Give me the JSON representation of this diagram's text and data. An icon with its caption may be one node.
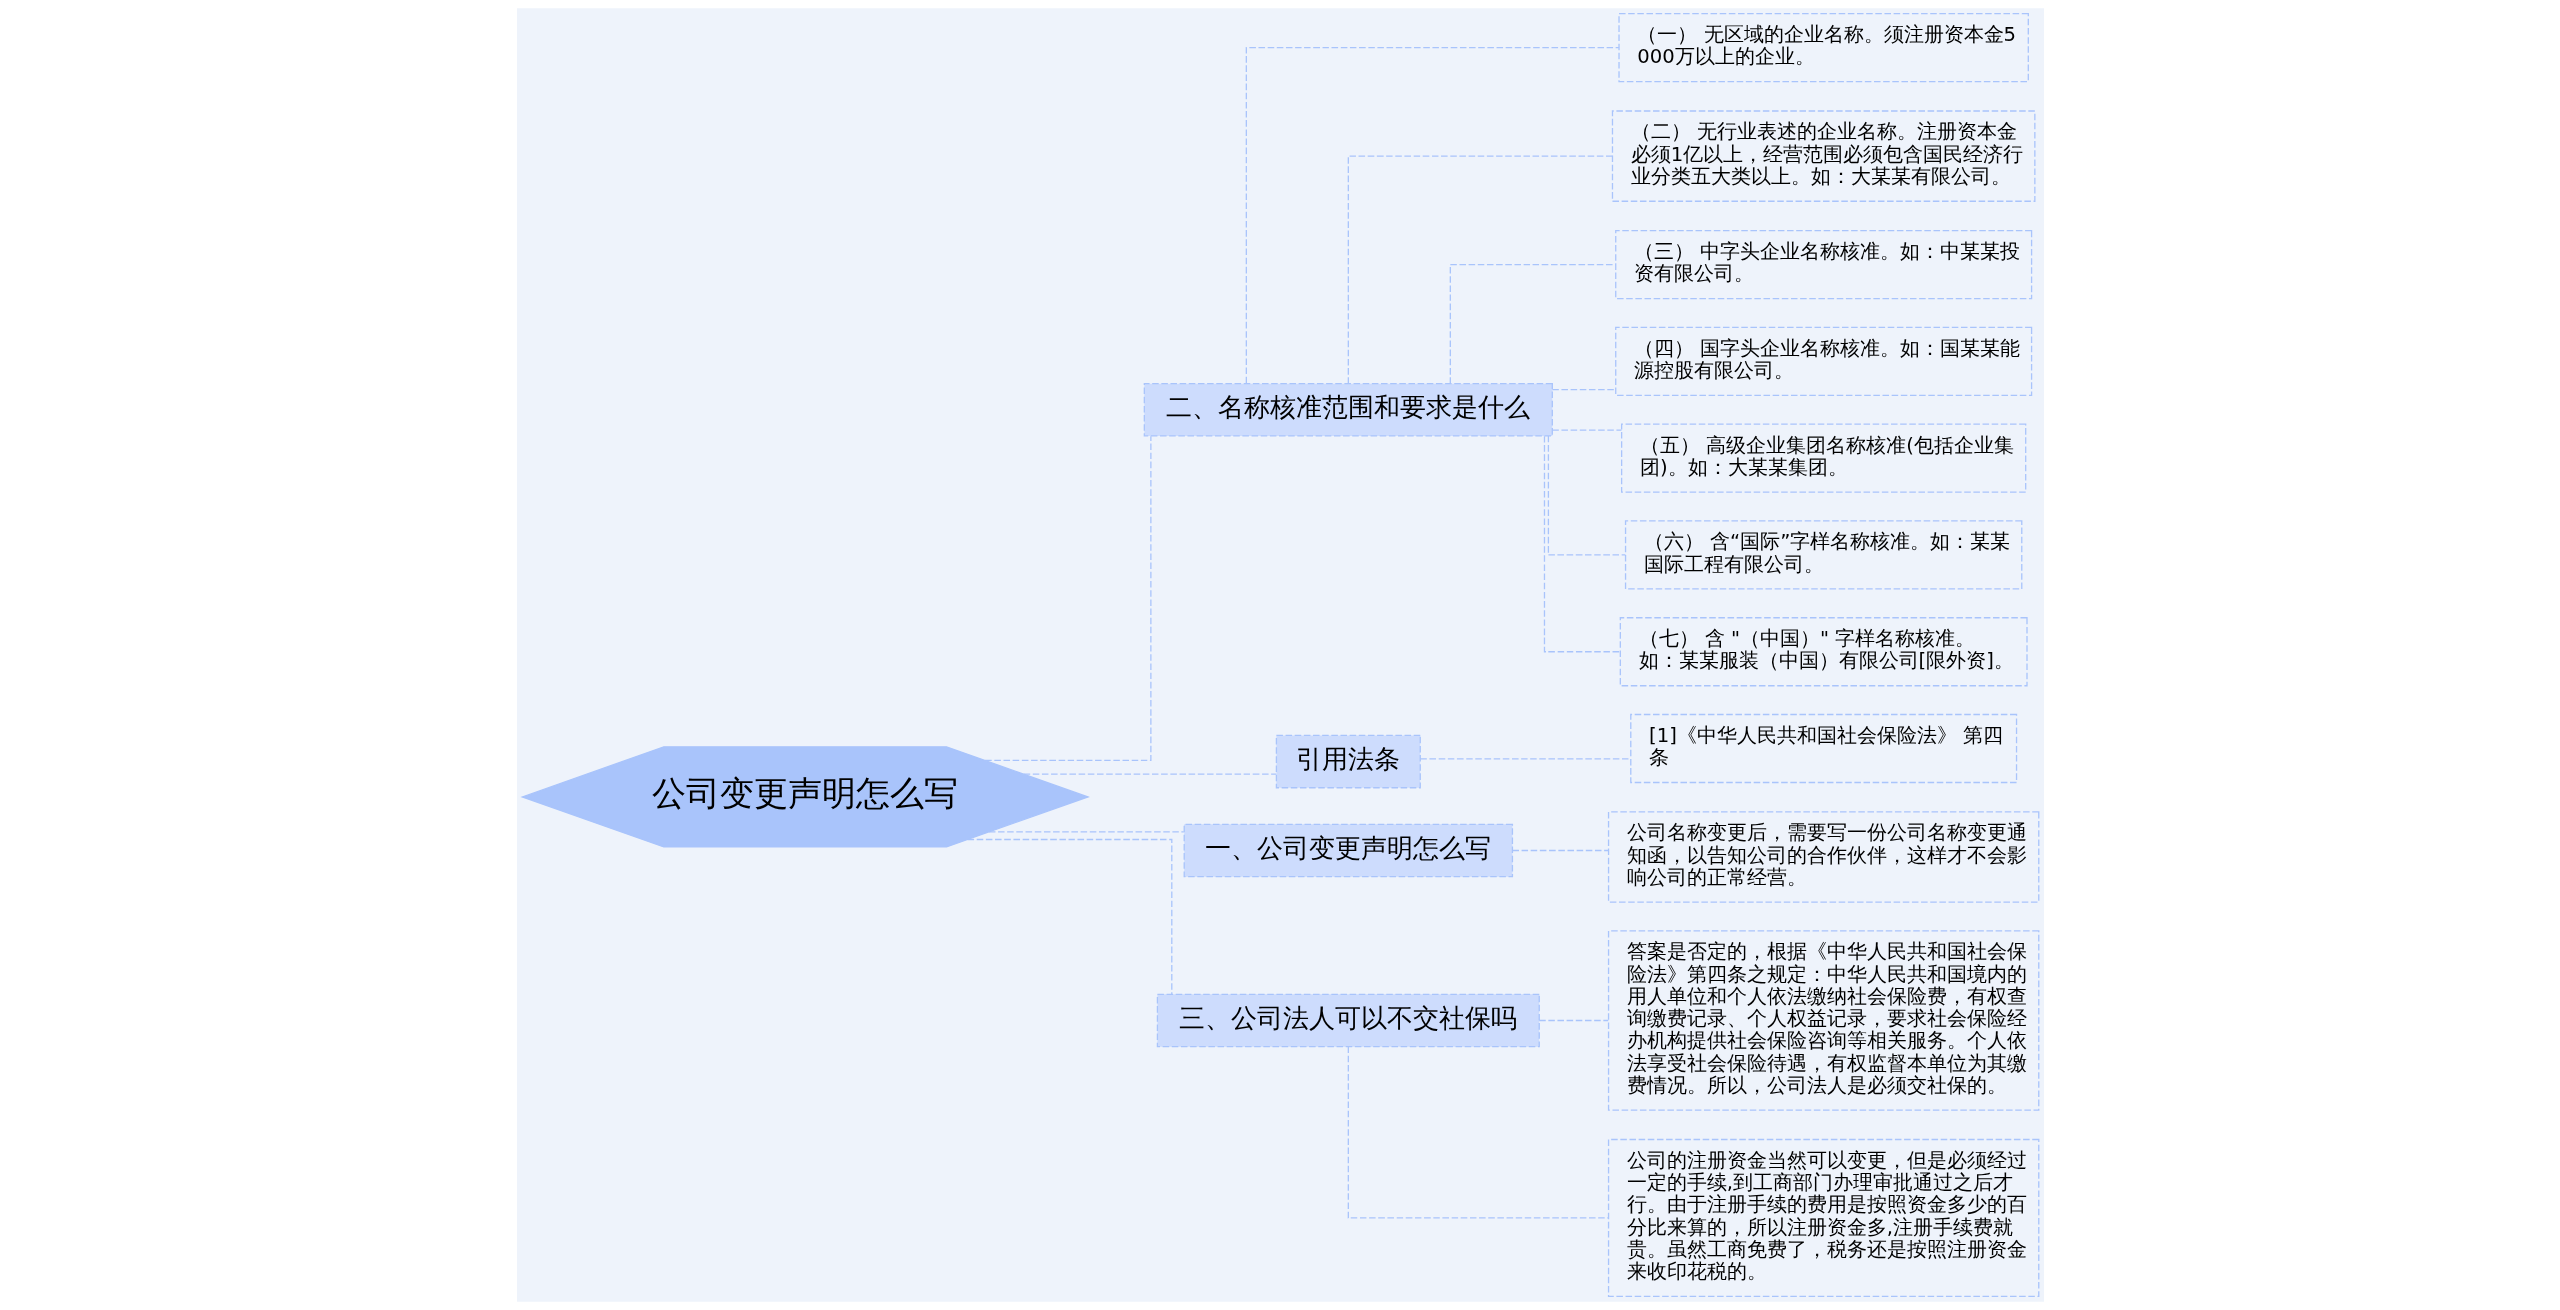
{
  "diagram": {
    "nodes": [
      {
        "text": [
          "公司变更声明怎么写"
        ]
      },
      {
        "text": [
          "二、名称核准范围和要求是什么"
        ]
      },
      {
        "text": [
          "（一） 无区域的企业名称。须注册资本金5000万以上的企业。"
        ]
      },
      {
        "text": [
          "（二） 无行业表述的企业名称。注册资本金必须1亿以上，经营范围必须包含国民经济行业分类五大类以上。如：大某某有限公司。"
        ]
      },
      {
        "text": [
          "（三） 中字头企业名称核准。如：中某某投资有限公司。"
        ]
      },
      {
        "text": [
          "（四） 国字头企业名称核准。如：国某某能源控股有限公司。"
        ]
      },
      {
        "text": [
          "（五） 高级企业集团名称核准(包括企业集团)。如：大某某集团。"
        ]
      },
      {
        "text": [
          "（六） 含“国际”字样名称核准。如：某某国际工程有限公司。"
        ]
      },
      {
        "text": [
          "（七） 含 \"（中国）\" 字样名称核准。如：某某服装（中国）有限公司[限外资]。"
        ]
      },
      {
        "text": [
          "引用法条"
        ]
      },
      {
        "text": [
          "[1]《中华人民共和国社会保险法》 第四条"
        ]
      },
      {
        "text": [
          "一、公司变更声明怎么写"
        ]
      },
      {
        "text": [
          "公司名称变更后，需要写一份公司名称变更通知函，以告知公司的合作伙伴，这样才不会影响公司的正常经营。"
        ]
      },
      {
        "text": [
          "三、公司法人可以不交社保吗"
        ]
      },
      {
        "text": [
          "答案是否定的，根据《中华人民共和国社会保险法》第四条之规定：中华人民共和国境内的用人单位和个人依法缴纳社会保险费，有权查询缴费记录、个人权益记录，要求社会保险经办机构提供社会保险咨询等相关服务。个人依法享受社会保险待遇，有权监督本单位为其缴费情况。所以，公司法人是必须交社保的。"
        ]
      },
      {
        "text": [
          "公司的注册资金当然可以变更，但是必须经过一定的手续,到工商部门办理审批通过之后才行。由于注册手续的费用是按照资金多少的百分比来算的，所以注册资金多,注册手续费就贵。虽然工商免费了，税务还是按照注册资金来收印花税的。"
        ]
      }
    ],
    "edges": [
      {
        "from": 0,
        "to": 1,
        "arrow": "none"
      },
      {
        "from": 1,
        "to": 2,
        "arrow": "none"
      },
      {
        "from": 1,
        "to": 3,
        "arrow": "none"
      },
      {
        "from": 1,
        "to": 4,
        "arrow": "none"
      },
      {
        "from": 1,
        "to": 5,
        "arrow": "none"
      },
      {
        "from": 1,
        "to": 6,
        "arrow": "none"
      },
      {
        "from": 1,
        "to": 7,
        "arrow": "none"
      },
      {
        "from": 1,
        "to": 8,
        "arrow": "none"
      },
      {
        "from": 0,
        "to": 9,
        "arrow": "none"
      },
      {
        "from": 9,
        "to": 10,
        "arrow": "none"
      },
      {
        "from": 0,
        "to": 11,
        "arrow": "none"
      },
      {
        "from": 11,
        "to": 12,
        "arrow": "none"
      },
      {
        "from": 0,
        "to": 13,
        "arrow": "none"
      },
      {
        "from": 13,
        "to": 14,
        "arrow": "none"
      },
      {
        "from": 13,
        "to": 15,
        "arrow": "none"
      }
    ]
  }
}
